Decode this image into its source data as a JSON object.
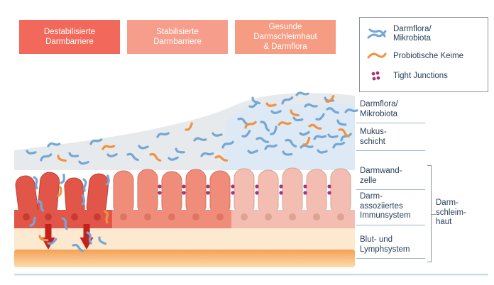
{
  "titles": [
    {
      "lines": [
        "Destabilisierte",
        "Darmbarriere"
      ],
      "color": "#f2685a"
    },
    {
      "lines": [
        "Stabilisierte",
        "Darmbarriere"
      ],
      "color": "#f79d8c"
    },
    {
      "lines": [
        "Gesunde",
        "Darmschleimhaut",
        "& Darmflora"
      ],
      "color": "#f59c83"
    }
  ],
  "legend": {
    "items": [
      {
        "lines": [
          "Darmflora/",
          "Mikrobiota"
        ],
        "icon": "microbiota-squiggles-icon"
      },
      {
        "lines": [
          "Probiotische Keime"
        ],
        "icon": "probiotic-squiggle-icon"
      },
      {
        "lines": [
          "Tight Junctions"
        ],
        "icon": "tight-junctions-dots-icon"
      }
    ]
  },
  "side_labels": [
    {
      "lines": [
        "Darmflora/",
        "Mikrobiota"
      ]
    },
    {
      "lines": [
        "Mukus-",
        "schicht"
      ]
    },
    {
      "lines": [
        "Darmwand-",
        "zelle"
      ]
    },
    {
      "lines": [
        "Darm-",
        "assoziiertes",
        "Immunsystem"
      ]
    },
    {
      "lines": [
        "Blut- und",
        "Lymphsystem"
      ]
    }
  ],
  "bracket_label": {
    "lines": [
      "Darm-",
      "schleim-",
      "haut"
    ]
  },
  "colors": {
    "header_destabilized": "#f2685a",
    "header_stabilized": "#f79d8c",
    "header_healthy": "#f59c83",
    "microbiota_blue": "#74a7d4",
    "probiotic_orange": "#f0923f",
    "tight_junction_purple": "#a03672",
    "arrow_red": "#c4201c",
    "label_text": "#27405a"
  }
}
